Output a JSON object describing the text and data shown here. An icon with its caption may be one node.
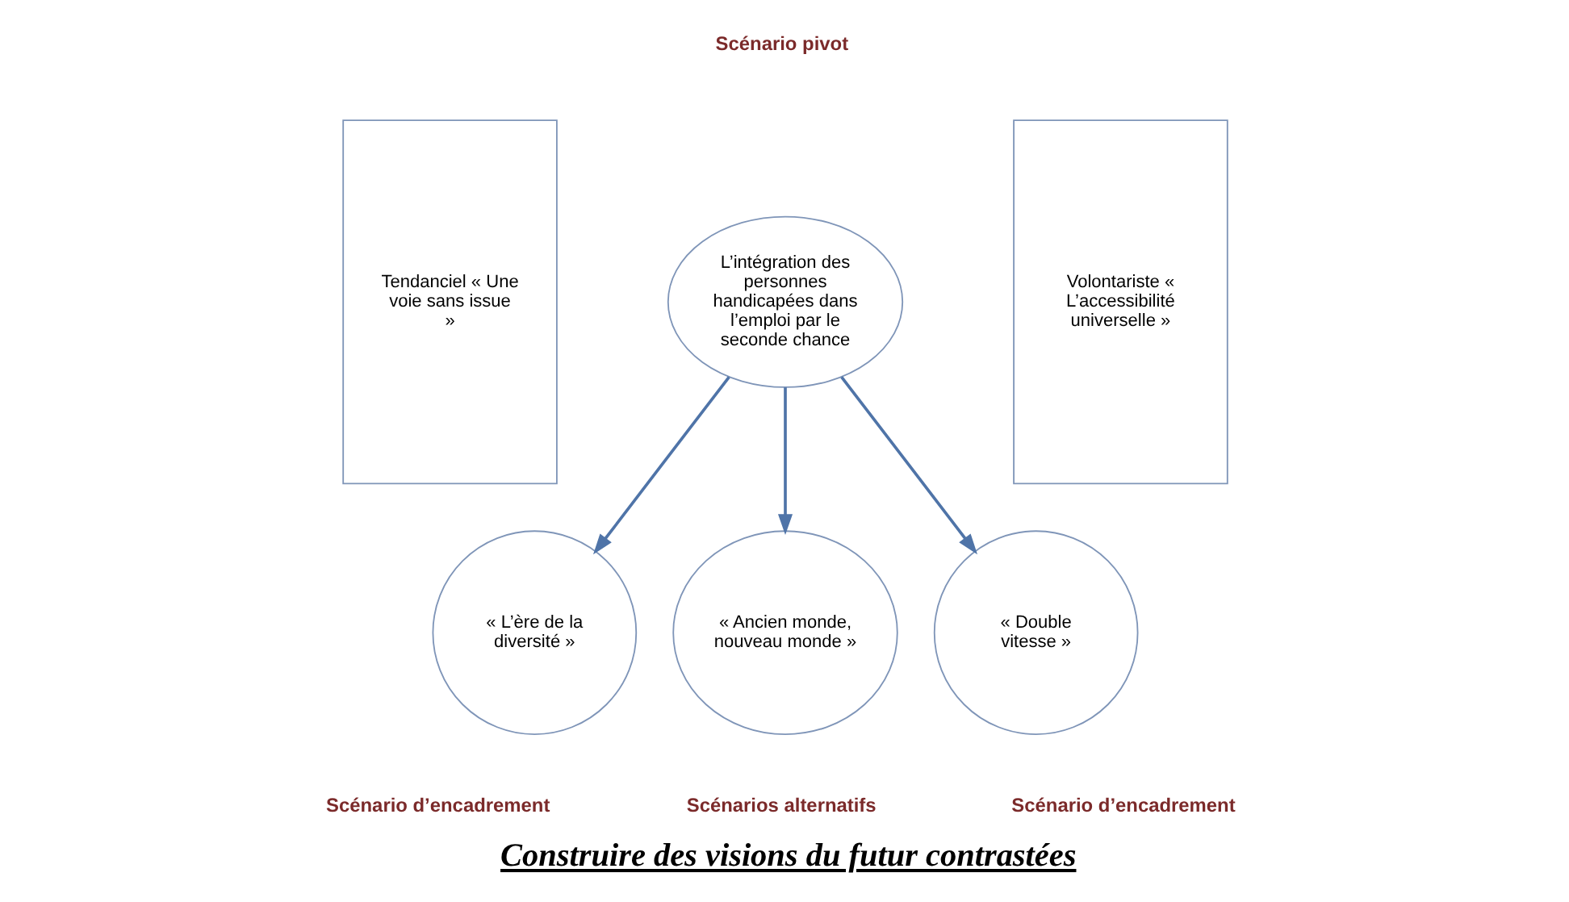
{
  "diagram": {
    "caption": "Construire des visions du futur contrastées",
    "nodes": [
      {
        "text": [
          "L’intégration des personnes handicapées dans l’emploi par le seconde chance"
        ]
      },
      {
        "text": [
          "Tendanciel « Une voie sans issue »"
        ]
      },
      {
        "text": [
          "Volontariste « L’accessibilité universelle »"
        ]
      },
      {
        "text": [
          "« L’ère de la diversité »"
        ]
      },
      {
        "text": [
          "« Ancien monde, nouveau monde »"
        ]
      },
      {
        "text": [
          "« Double vitesse »"
        ]
      }
    ],
    "edges": [
      {
        "from": 0,
        "to": 3,
        "arrow": "to"
      },
      {
        "from": 0,
        "to": 4,
        "arrow": "to"
      },
      {
        "from": 0,
        "to": 5,
        "arrow": "to"
      }
    ],
    "labels": [
      "Scénario pivot",
      "Scénario d’encadrement",
      "Scénarios alternatifs",
      "Scénario d’encadrement"
    ]
  }
}
